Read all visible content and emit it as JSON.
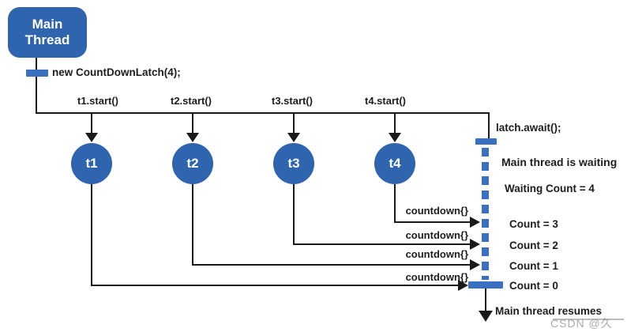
{
  "main_box": {
    "line1": "Main",
    "line2": "Thread"
  },
  "init_label": "new CountDownLatch(4);",
  "threads": [
    {
      "name": "t1",
      "start_label": "t1.start()",
      "countdown_label": "countdown{}"
    },
    {
      "name": "t2",
      "start_label": "t2.start()",
      "countdown_label": "countdown{}"
    },
    {
      "name": "t3",
      "start_label": "t3.start()",
      "countdown_label": "countdown{}"
    },
    {
      "name": "t4",
      "start_label": "t4.start()",
      "countdown_label": "countdown{}"
    }
  ],
  "latch": {
    "await_label": "latch.await();",
    "waiting_label": "Main thread is waiting",
    "waiting_count_label": "Waiting Count = 4",
    "count_labels": [
      "Count = 3",
      "Count = 2",
      "Count = 1",
      "Count = 0"
    ],
    "resume_label": "Main thread resumes"
  },
  "watermark": "CSDN @久",
  "colors": {
    "node_blue": "#2f64af",
    "tick_blue": "#3a70c1",
    "line": "#1a1a1a",
    "text": "#1d1d1d",
    "watermark": "#8f8f8f"
  }
}
